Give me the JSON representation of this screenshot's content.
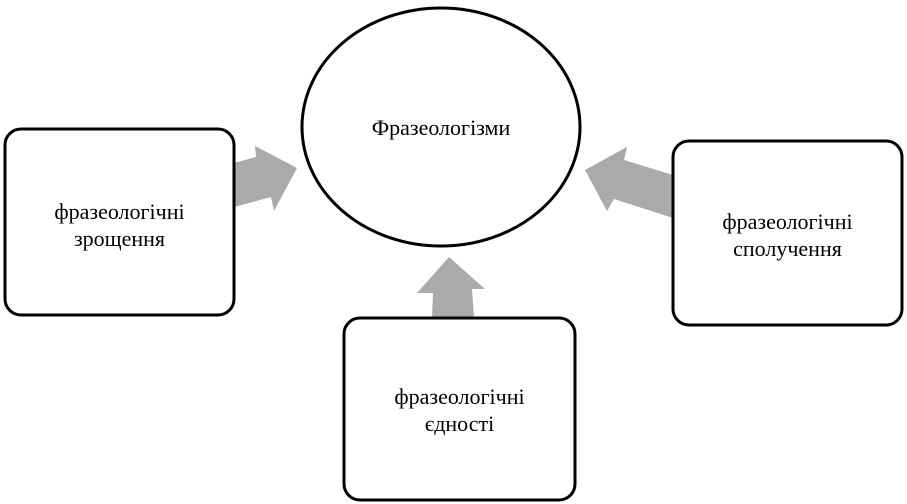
{
  "center": {
    "label": "Фразеологізми"
  },
  "nodes": [
    {
      "line1": "фразеологічні",
      "line2": "зрощення"
    },
    {
      "line1": "фразеологічні",
      "line2": "єдності"
    },
    {
      "line1": "фразеологічні",
      "line2": "сполучення"
    }
  ],
  "colors": {
    "arrow": "#aaaaaa",
    "stroke": "#000000"
  }
}
